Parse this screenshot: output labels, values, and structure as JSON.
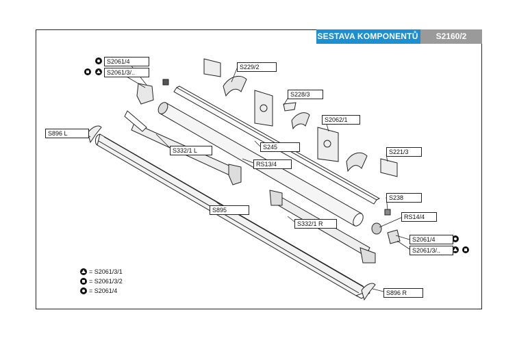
{
  "header": {
    "title": "SESTAVA KOMPONENTŮ",
    "code": "S2160/2"
  },
  "labels": {
    "s2061_4_top": "S2061/4",
    "s2061_3_top": "S2061/3/..",
    "s229_2": "S229/2",
    "s228_3": "S228/3",
    "s2062_1": "S2062/1",
    "s221_3": "S221/3",
    "s896_l": "S896  L",
    "s332_1_l": "S332/1  L",
    "s245": "S245",
    "rs13_4": "RS13/4",
    "s238": "S238",
    "rs14_4": "RS14/4",
    "s895": "S895",
    "s332_1_r": "S332/1  R",
    "s2061_4_bottom": "S2061/4",
    "s2061_3_bottom": "S2061/3/..",
    "s896_r": "S896  R"
  },
  "legend": [
    {
      "symbol": "triangle",
      "text": "= S2061/3/1"
    },
    {
      "symbol": "square",
      "text": "= S2061/3/2"
    },
    {
      "symbol": "gear",
      "text": "= S2061/4"
    }
  ],
  "colors": {
    "header_blue": "#1c8fd1",
    "header_grey": "#9a9a9a"
  }
}
